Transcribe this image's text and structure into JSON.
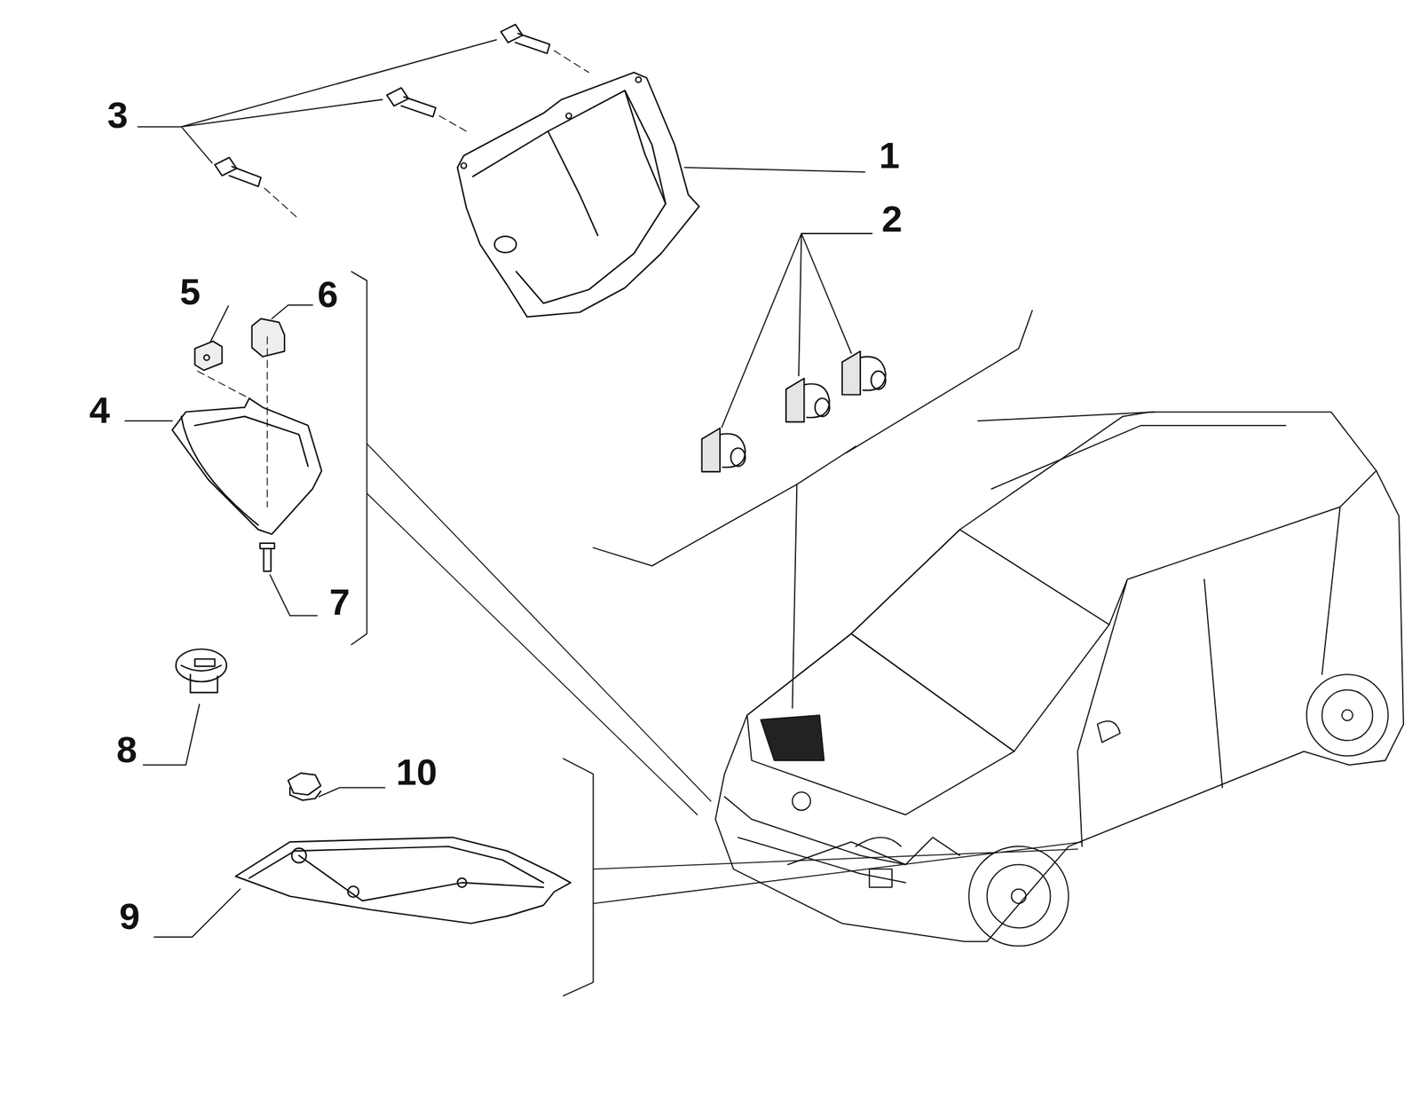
{
  "diagram": {
    "labels": [
      "3",
      "1",
      "2",
      "5",
      "6",
      "4",
      "7",
      "8",
      "10",
      "9"
    ]
  }
}
